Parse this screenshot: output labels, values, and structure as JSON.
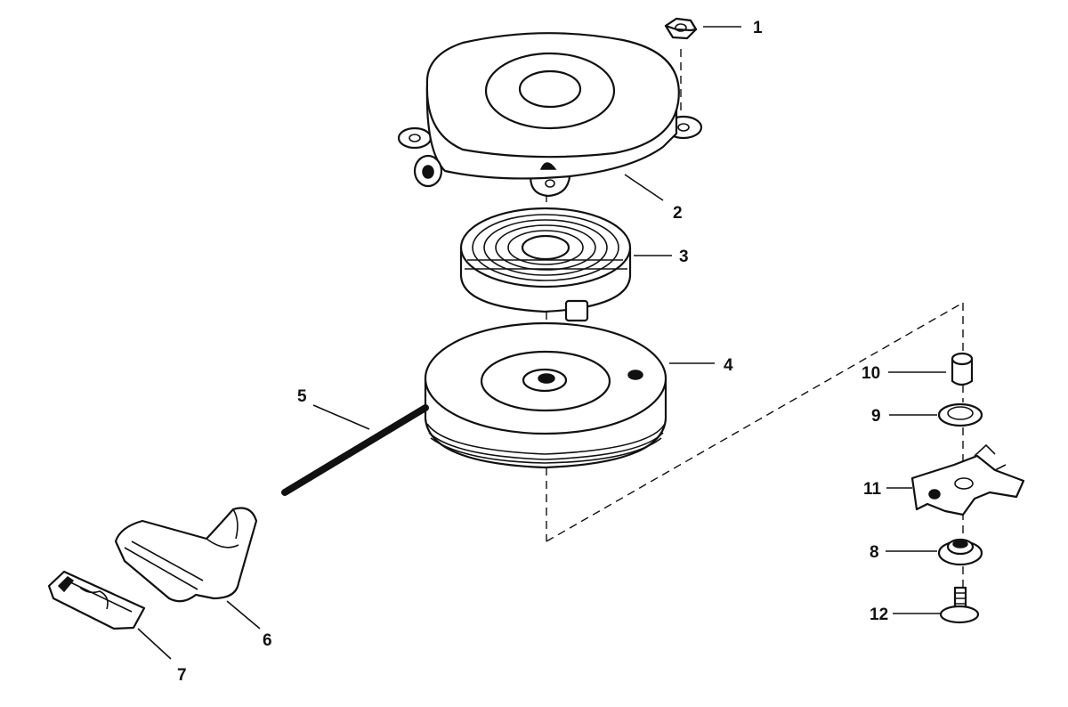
{
  "diagram": {
    "callouts": [
      "1",
      "2",
      "3",
      "4",
      "5",
      "6",
      "7",
      "8",
      "9",
      "10",
      "11",
      "12"
    ]
  },
  "colors": {
    "ink": "#111111",
    "paper": "#ffffff"
  }
}
